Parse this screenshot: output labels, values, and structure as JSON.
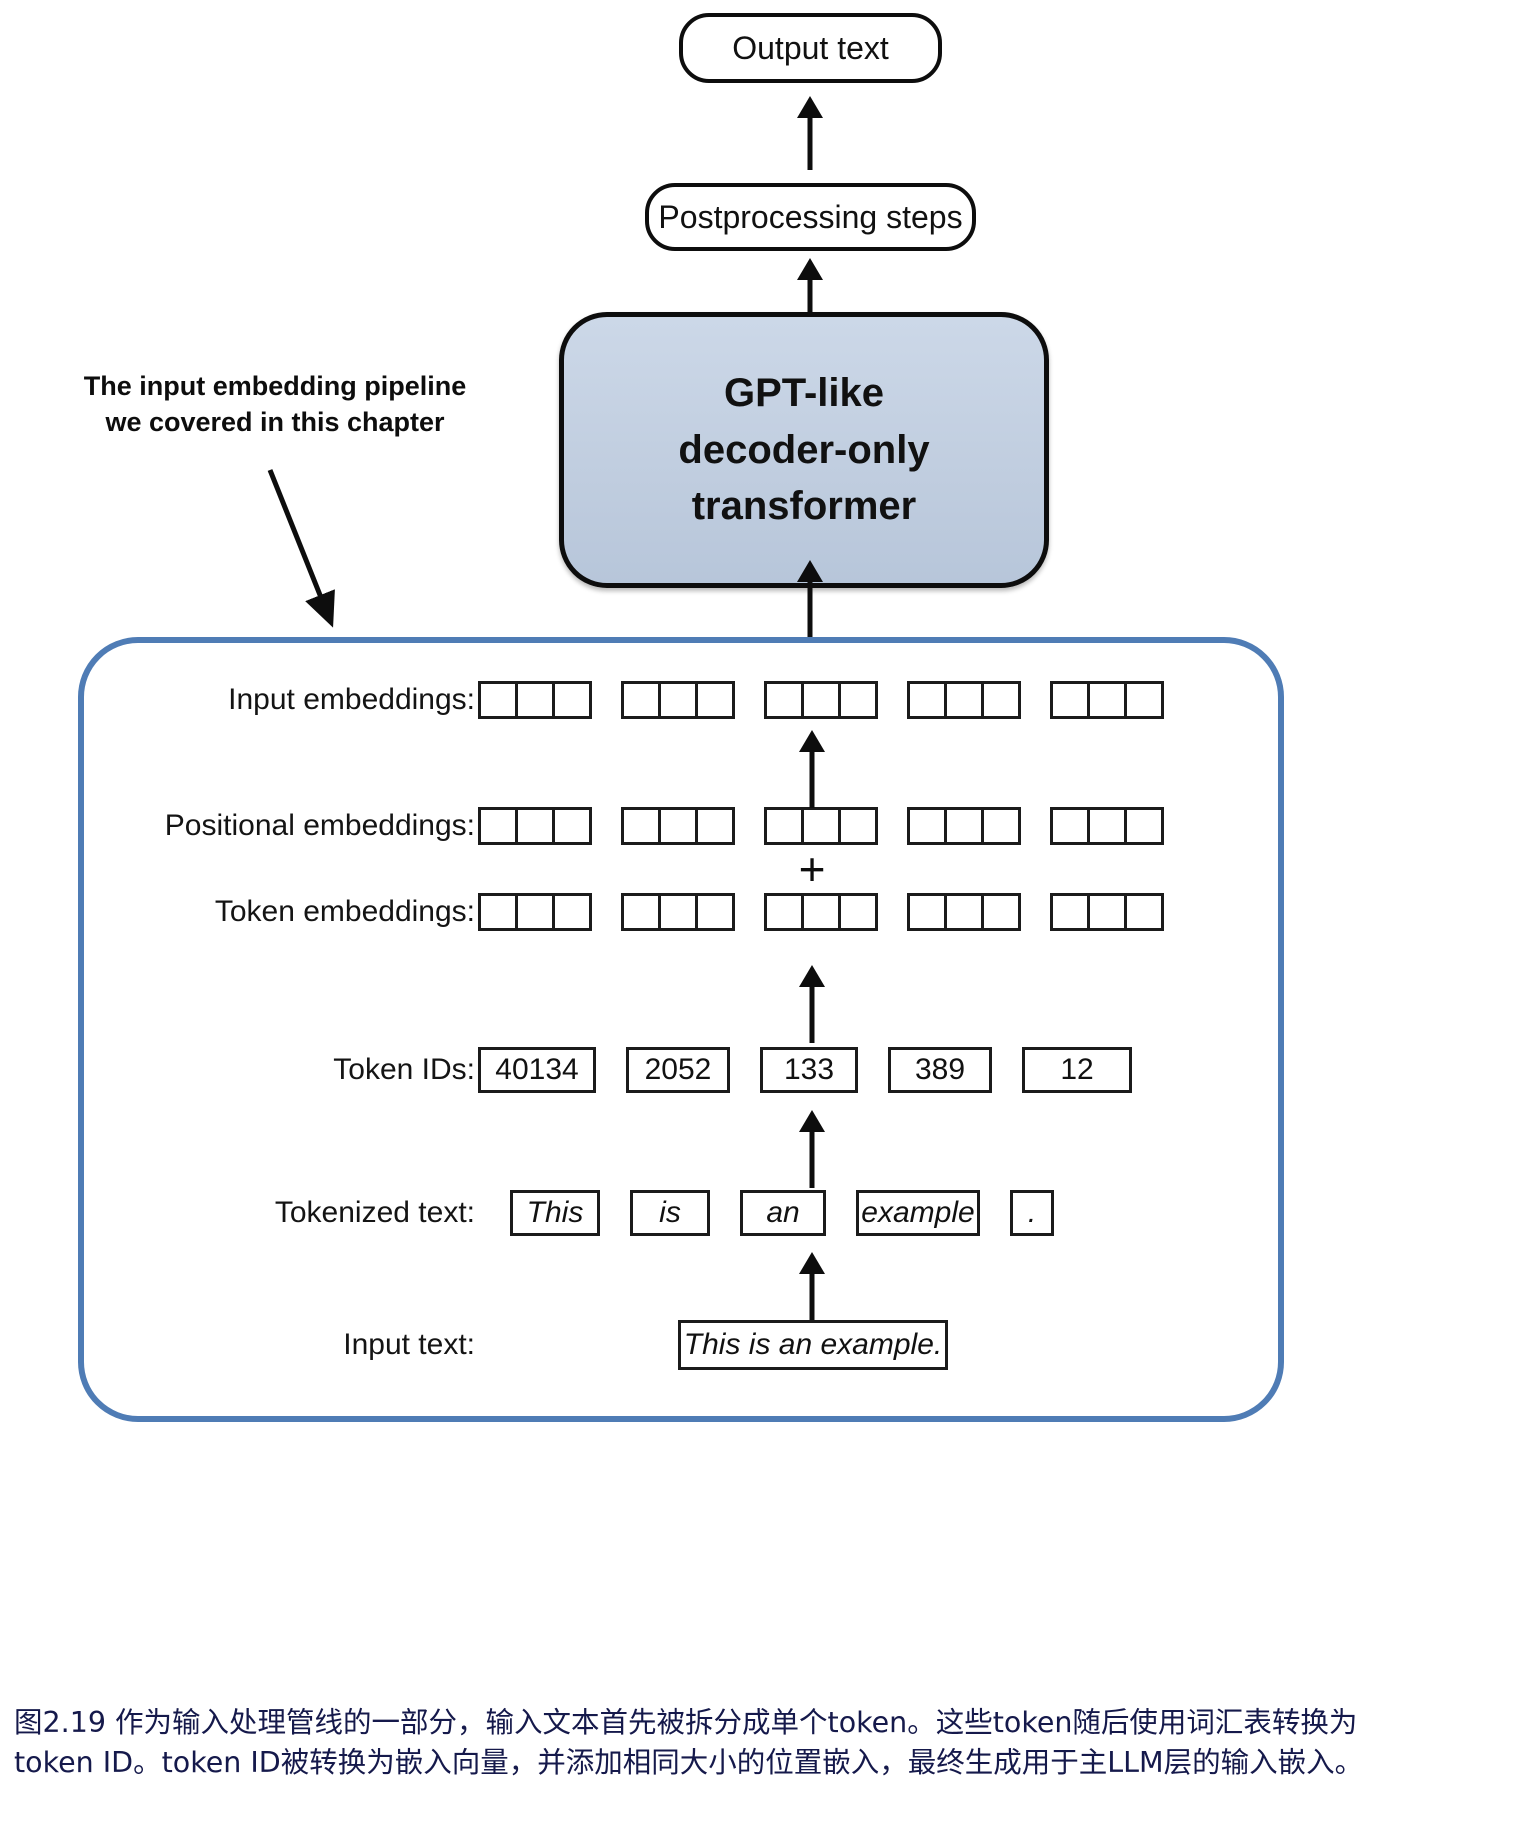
{
  "diagram": {
    "title": "Input embedding pipeline for a GPT-like decoder-only transformer",
    "output_text_label": "Output text",
    "postprocessing_label": "Postprocessing steps",
    "gpt_block": {
      "line1": "GPT-like",
      "line2": "decoder-only",
      "line3": "transformer",
      "fill_color": "#c5d2e3",
      "border_color": "#0d0d0d"
    },
    "annotation": {
      "line1": "The input embedding pipeline",
      "line2": "we covered in this chapter"
    },
    "container": {
      "border_color": "#4f7cb5"
    },
    "plus_symbol": "+",
    "rows": [
      {
        "name": "input-embeddings",
        "label": "Input embeddings:",
        "kind": "cells",
        "groups": 5,
        "cells_per_group": 3
      },
      {
        "name": "positional-embeddings",
        "label": "Positional embeddings:",
        "kind": "cells",
        "groups": 5,
        "cells_per_group": 3
      },
      {
        "name": "token-embeddings",
        "label": "Token embeddings:",
        "kind": "cells",
        "groups": 5,
        "cells_per_group": 3
      },
      {
        "name": "token-ids",
        "label": "Token IDs:",
        "kind": "values",
        "values": [
          "40134",
          "2052",
          "133",
          "389",
          "12"
        ]
      },
      {
        "name": "tokenized-text",
        "label": "Tokenized text:",
        "kind": "values",
        "values": [
          "This",
          "is",
          "an",
          "example",
          "."
        ]
      },
      {
        "name": "input-text",
        "label": "Input text:",
        "kind": "single",
        "value": "This is an example."
      }
    ]
  },
  "caption": {
    "line1": "图2.19 作为输入处理管线的一部分，输入文本首先被拆分成单个token。这些token随后使用词汇表转换为",
    "line2": "token ID。token ID被转换为嵌入向量，并添加相同大小的位置嵌入，最终生成用于主LLM层的输入嵌入。"
  }
}
